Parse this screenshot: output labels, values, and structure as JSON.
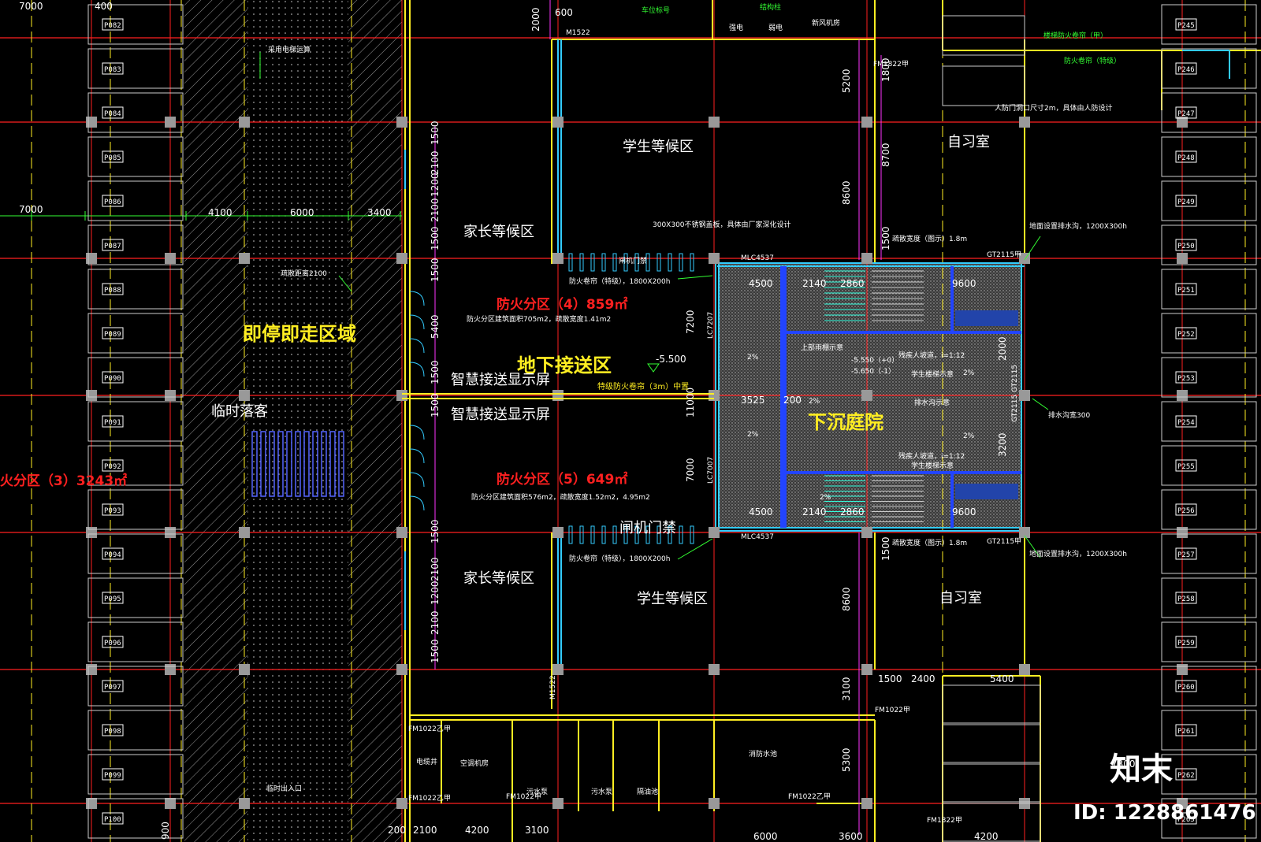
{
  "colors": {
    "background": "#000000",
    "axis": "#ff2020",
    "wall": "#ffee22",
    "glass": "#33ccff",
    "dim": "#ffffff",
    "fire": "#ff2020",
    "magenta": "#ff33ff",
    "green": "#33ff33"
  },
  "labels": {
    "quick_stop": "即停即走区域",
    "underground_pickup": "地下接送区",
    "elevation": "-5.500",
    "sunken_courtyard": "下沉庭院",
    "temp_stop": "临时落客",
    "fire_zone_4": "防火分区（4）859㎡",
    "fire_zone_5": "防火分区（5）649㎡",
    "fire_zone_3": "火分区（3）3243㎡",
    "parent_wait_top": "家长等候区",
    "parent_wait_bottom": "家长等候区",
    "student_wait_top": "学生等候区",
    "student_wait_bottom": "学生等候区",
    "study_top": "自习室",
    "study_bottom": "自习室",
    "smart_display_1": "智慧接送显示屏",
    "smart_display_2": "智慧接送显示屏",
    "gate_top": "闸机门禁",
    "gate_bottom": "闸机门禁"
  },
  "dims": {
    "top_left": "7000",
    "top_left2": "400",
    "left_7000": "7000",
    "d4100": "4100",
    "d6000": "6000",
    "d3400": "3400",
    "d1500a": "1500",
    "d2100a": "2100",
    "d1200a": "1200",
    "d2100b": "2100",
    "d1500b": "1500",
    "d1500c": "1500",
    "d5400": "5400",
    "d1500d": "1500",
    "d1500e": "1500",
    "d1500f": "1500",
    "d2100c": "2100",
    "d1200b": "1200",
    "d2100d": "2100",
    "d1500g": "1500",
    "d2000": "2000",
    "d600": "600",
    "d5200": "5200",
    "d8700": "8700",
    "d8600": "8600",
    "d1800": "1800",
    "d1500h": "1500",
    "d4500a": "4500",
    "d2140a": "2140",
    "d2860a": "2860",
    "d9600a": "9600",
    "d7200": "7200",
    "d11000": "11000",
    "d7000": "7000",
    "d3525": "3525",
    "d200": "200",
    "d4500b": "4500",
    "d2140b": "2140",
    "d2860b": "2860",
    "d9600b": "9600",
    "d2000b": "2000",
    "d3200": "3200",
    "d1500i": "1500",
    "d8600b": "8600",
    "d3100": "3100",
    "d5300": "5300",
    "d1500j": "1500",
    "d2400": "2400",
    "d5400b": "5400",
    "d7300": "7300",
    "d2100e": "2100",
    "d4200": "4200",
    "d3100b": "3100",
    "d200b": "200",
    "d900": "900",
    "d6000b": "6000",
    "d4200b": "4200",
    "d3600": "3600"
  },
  "notes": {
    "n1": "采用电梯运算",
    "n2": "疏散距离2100",
    "n3": "300X300不锈钢盖板，具体由厂家深化设计",
    "n4": "防火卷帘（特级），1800X200h",
    "n5": "防火卷帘（特级），1800X200h",
    "n6": "疏散宽度（图示）1.8m",
    "n7": "疏散宽度（图示）1.8m",
    "n8": "地面设置排水沟，1200X300h",
    "n9": "地面设置排水沟，1200X300h",
    "n10": "人防门洞口尺寸2m，具体由人防设计",
    "n11": "防火分区建筑面积705m2，疏散宽度1.41m2",
    "n12": "防火分区建筑面积576m2，疏散宽度1.52m2，4.95m2",
    "n13": "特级防火卷帘（3m）中置",
    "n14": "-5.550（+0）",
    "n15": "-5.650（-1）",
    "n16": "上部雨棚示意",
    "n17": "残疾人坡道，i=1:12",
    "n18": "学生楼梯示意",
    "n19": "排水沟示意",
    "n20": "学生楼梯示意",
    "n21": "残疾人坡道，i=1:12",
    "n22": "临时出入口",
    "n23": "楼梯防火卷帘（甲）",
    "n24": "防火卷帘（特级）",
    "n25": "结构柱",
    "n26": "车位标号",
    "n27": "排水沟宽300"
  },
  "doors": {
    "fm1": "FM1822甲",
    "fm2": "FM1022乙甲",
    "fm3": "FM1022甲",
    "fm4": "FM1022乙甲",
    "fm5": "FM1022乙甲",
    "fm6": "FM1022甲",
    "fm7": "FM1822甲",
    "m1": "M1522",
    "m2": "M1522",
    "mlc1": "MLC4537",
    "mlc2": "MLC4537",
    "gt1": "GT2115甲",
    "gt2": "GT2115甲",
    "lc1": "LC7207",
    "lc2": "LC7007",
    "gt3": "GT2115",
    "gt4": "GT2115"
  },
  "ratios": [
    "2%",
    "2%",
    "2%",
    "2%",
    "2%",
    "2%"
  ],
  "parking_left": [
    "P082",
    "P083",
    "P084",
    "P085",
    "P086",
    "P087",
    "P088",
    "P089",
    "P090",
    "P091",
    "P092",
    "P093",
    "P094",
    "P095",
    "P096",
    "P097",
    "P098",
    "P099",
    "P100"
  ],
  "parking_right": [
    "P245",
    "P246",
    "P247",
    "P248",
    "P249",
    "P250",
    "P251",
    "P252",
    "P253",
    "P254",
    "P255",
    "P256",
    "P257",
    "P258",
    "P259",
    "P260",
    "P261",
    "P262",
    "P263"
  ],
  "small_rooms": [
    "电缆井",
    "强电",
    "弱电",
    "新风机房",
    "空调机房",
    "污水泵",
    "污水泵",
    "隔油池",
    "消防水池"
  ],
  "watermark": {
    "logo": "知末",
    "id": "ID: 1228861476"
  }
}
